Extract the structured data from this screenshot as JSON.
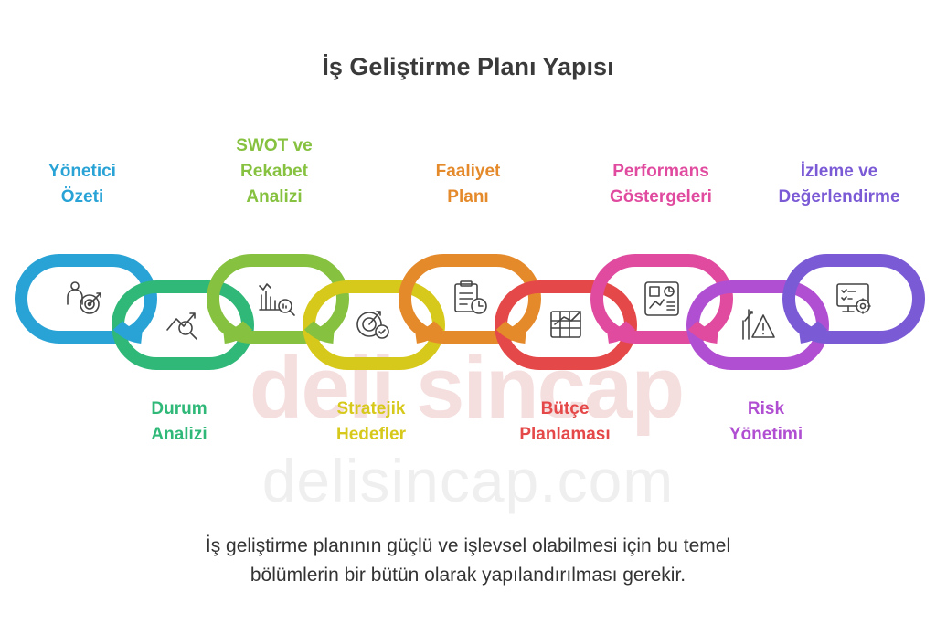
{
  "title": "İş Geliştirme Planı Yapısı",
  "watermark": {
    "logo_text": "deli sincap",
    "url": "delisincap.com"
  },
  "footer": {
    "line1": "İş geliştirme planının güçlü ve işlevsel olabilmesi için bu temel",
    "line2": "bölümlerin bir bütün olarak yapılandırılması gerekir."
  },
  "steps": [
    {
      "lines": [
        "Yönetici",
        "Özeti"
      ],
      "color": "#29a3d6",
      "icon": "target-person-icon"
    },
    {
      "lines": [
        "Durum",
        "Analizi"
      ],
      "color": "#2fb878",
      "icon": "analysis-magnifier-icon"
    },
    {
      "lines": [
        "SWOT ve",
        "Rekabet",
        "Analizi"
      ],
      "color": "#86c13f",
      "icon": "bar-chart-magnifier-icon"
    },
    {
      "lines": [
        "Stratejik",
        "Hedefler"
      ],
      "color": "#d7c91b",
      "icon": "target-check-icon"
    },
    {
      "lines": [
        "Faaliyet",
        "Planı"
      ],
      "color": "#e58a2b",
      "icon": "clipboard-clock-icon"
    },
    {
      "lines": [
        "Bütçe",
        "Planlaması"
      ],
      "color": "#e54848",
      "icon": "spreadsheet-chart-icon"
    },
    {
      "lines": [
        "Performans",
        "Göstergeleri"
      ],
      "color": "#e04b9f",
      "icon": "dashboard-icon"
    },
    {
      "lines": [
        "Risk",
        "Yönetimi"
      ],
      "color": "#b14fd2",
      "icon": "risk-warning-icon"
    },
    {
      "lines": [
        "İzleme ve",
        "Değerlendirme"
      ],
      "color": "#7b5ad6",
      "icon": "monitor-gear-icon"
    }
  ]
}
